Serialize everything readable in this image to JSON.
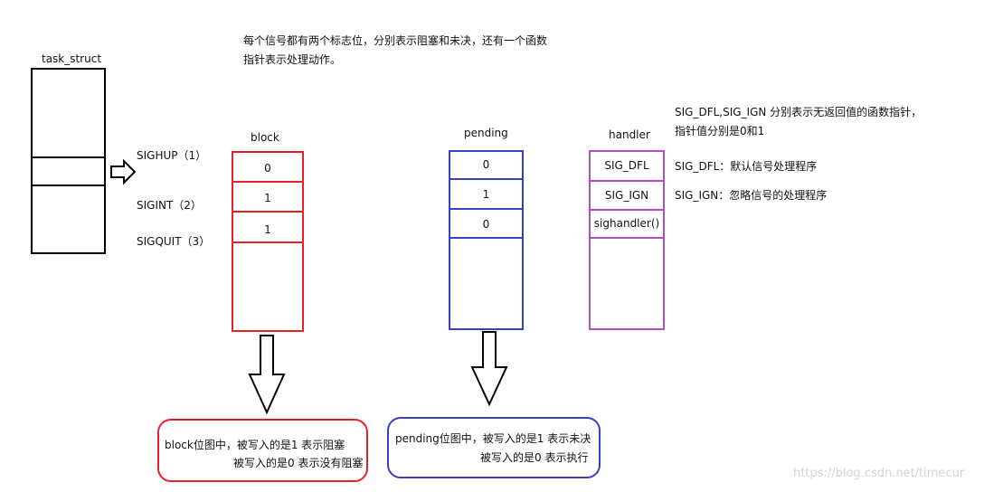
{
  "note_top": [
    "每个信号都有两个标志位，分别表示阻塞和未决，还有一个函数",
    "指针表示处理动作。"
  ],
  "note_right": [
    "SIG_DFL,SIG_IGN 分别表示无返回值的函数指针，",
    "指针值分别是0和1"
  ],
  "task_struct": {
    "label": "task_struct"
  },
  "signals": [
    "SIGHUP（1）",
    "SIGINT（2）",
    "SIGQUIT（3）"
  ],
  "block": {
    "label": "block",
    "values": [
      "0",
      "1",
      "1"
    ],
    "color": "#e8202a"
  },
  "pending": {
    "label": "pending",
    "values": [
      "0",
      "1",
      "0"
    ],
    "color": "#3a3fbf"
  },
  "handler": {
    "label": "handler",
    "values": [
      "SIG_DFL",
      "SIG_IGN",
      "sighandler()"
    ],
    "color": "#b050c0"
  },
  "handler_desc": [
    "SIG_DFL：默认信号处理程序",
    "SIG_IGN：忽略信号的处理程序"
  ],
  "block_note": [
    "block位图中，被写入的是1 表示阻塞",
    "被写入的是0 表示没有阻塞"
  ],
  "pending_note": [
    "pending位图中，被写入的是1 表示未决",
    "被写入的是0 表示执行"
  ],
  "watermark": "https://blog.csdn.net/timecur"
}
